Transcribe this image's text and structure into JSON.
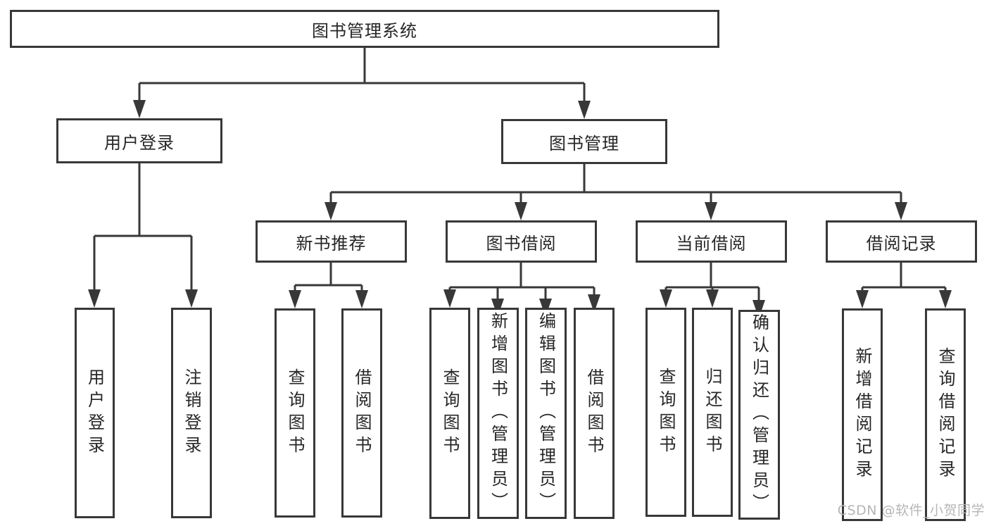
{
  "colors": {
    "line": "#383838",
    "text": "#262626",
    "box_background": "#ffffff",
    "watermark": "#b6b6b6"
  },
  "watermark": {
    "text": "CSDN @软件_小贺同学"
  },
  "tree": {
    "label": "图书管理系统",
    "children": [
      {
        "label": "用户登录",
        "children": [
          {
            "label": "用户登录"
          },
          {
            "label": "注销登录"
          }
        ]
      },
      {
        "label": "图书管理",
        "children": [
          {
            "label": "新书推荐",
            "children": [
              {
                "label": "查询图书"
              },
              {
                "label": "借阅图书"
              }
            ]
          },
          {
            "label": "图书借阅",
            "children": [
              {
                "label": "查询图书"
              },
              {
                "label": "新增图书（管理员）"
              },
              {
                "label": "编辑图书（管理员）"
              },
              {
                "label": "借阅图书"
              }
            ]
          },
          {
            "label": "当前借阅",
            "children": [
              {
                "label": "查询图书"
              },
              {
                "label": "归还图书"
              },
              {
                "label": "确认归还（管理员）"
              }
            ]
          },
          {
            "label": "借阅记录",
            "children": [
              {
                "label": "新增借阅记录"
              },
              {
                "label": "查询借阅记录"
              }
            ]
          }
        ]
      }
    ]
  }
}
